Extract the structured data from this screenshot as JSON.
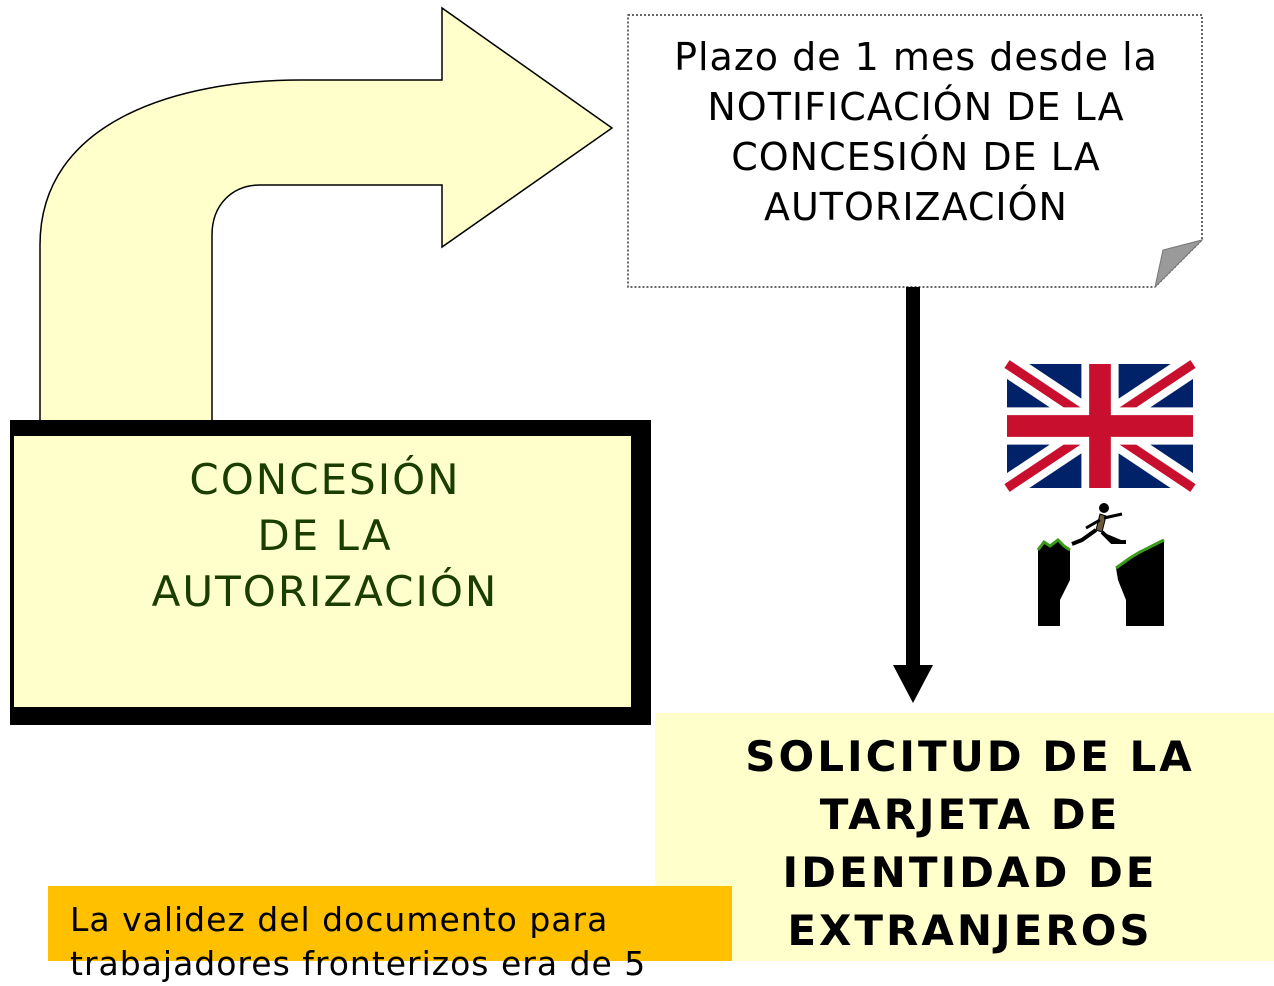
{
  "note": {
    "lines": [
      "Plazo de 1 mes desde la",
      "NOTIFICACIÓN DE LA",
      "CONCESIÓN DE LA",
      "AUTORIZACIÓN"
    ]
  },
  "concesion": {
    "lines": [
      "CONCESIÓN",
      "DE LA",
      "AUTORIZACIÓN"
    ]
  },
  "solicitud": {
    "lines": [
      "SOLICITUD DE LA",
      "TARJETA DE",
      "IDENTIDAD DE",
      "EXTRANJEROS"
    ]
  },
  "validez": {
    "lines": [
      "La validez del documento para",
      "trabajadores fronterizos era de 5"
    ]
  },
  "icons": {
    "flag": "uk-flag-icon",
    "leap": "leap-across-gap-icon"
  },
  "colors": {
    "arrow_fill": "#ffffcc",
    "box_fill": "#ffffcc",
    "validez_fill": "#ffc000",
    "concesion_text": "#1a3d00",
    "flag_blue": "#012169",
    "flag_red": "#c8102e"
  }
}
